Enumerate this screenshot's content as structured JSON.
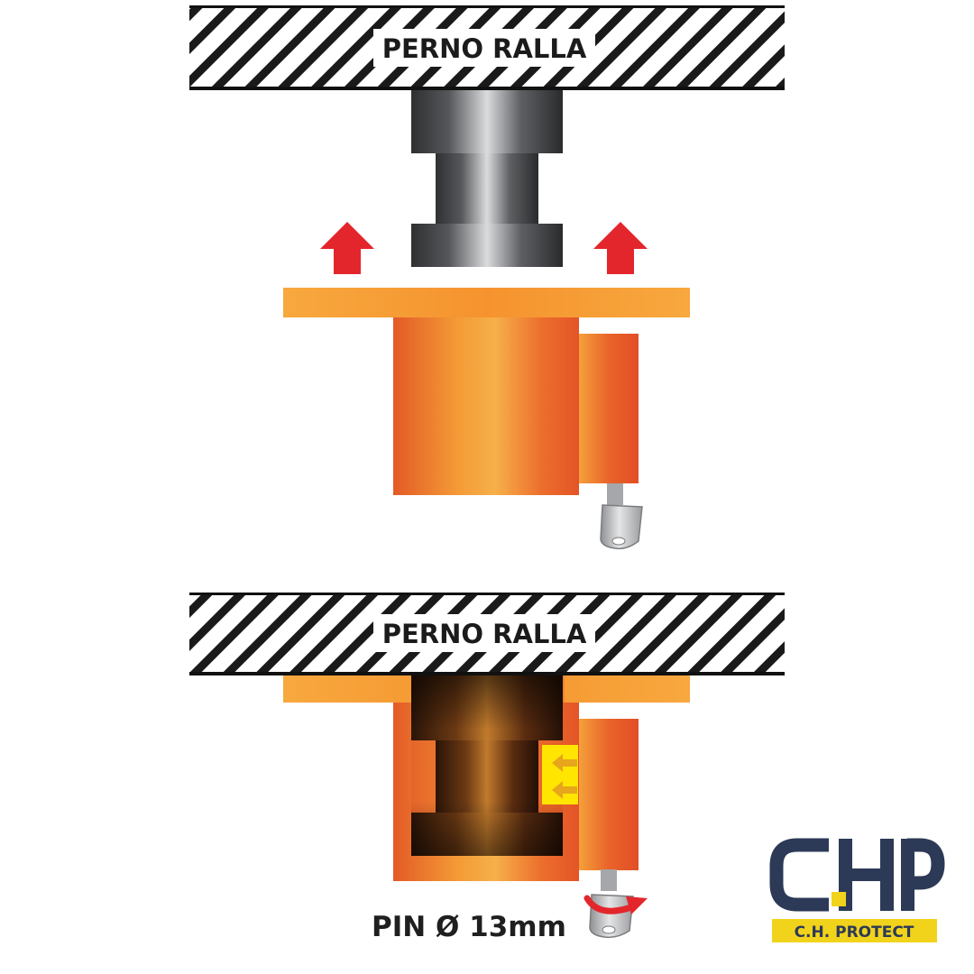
{
  "top_panel": {
    "plate_label": "PERNO RALLA"
  },
  "bottom_panel": {
    "plate_label": "PERNO RALLA",
    "pin_caption": "PIN Ø 13mm"
  },
  "logo": {
    "mark": "CHP",
    "brand_name": "C.H. PROTECT"
  },
  "icons": {
    "arrow": "arrow-up-icon",
    "key": "key-icon",
    "rotate": "rotate-arrow-icon"
  },
  "colors": {
    "orange_light": "#F6A33A",
    "orange_dark": "#E35A27",
    "arrow_red": "#E3262C",
    "catch_yellow": "#FFE500",
    "logo_navy": "#2C3A57",
    "logo_yellow": "#F2D31B"
  }
}
